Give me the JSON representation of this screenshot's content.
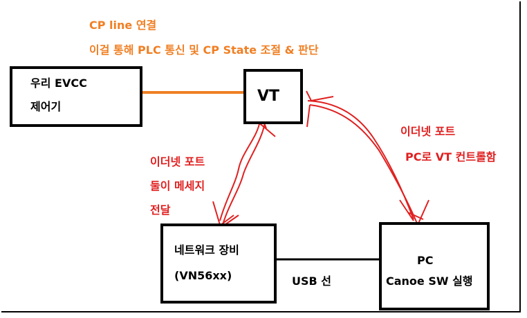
{
  "colors": {
    "orange": "#f07f23",
    "red": "#e02020",
    "black": "#000000"
  },
  "nodes": {
    "evcc": {
      "line1": "우리 EVCC",
      "line2": "제어기"
    },
    "vt": {
      "label": "VT"
    },
    "network": {
      "line1": "네트워크 장비",
      "line2": "(VN56xx)"
    },
    "pc": {
      "line1": "PC",
      "line2": "Canoe SW 실행"
    }
  },
  "edges": {
    "cp_line": {
      "line1": "CP line 연결",
      "line2": "이걸 통해 PLC 통신 및 CP State 조절 & 판단"
    },
    "ethernet_left": {
      "line1": "이더넷 포트",
      "line2": "둘이 메세지",
      "line3": "전달"
    },
    "ethernet_right": {
      "line1": "이더넷 포트",
      "line2": "PC로 VT 컨트롤함"
    },
    "usb": {
      "label": "USB 선"
    }
  }
}
